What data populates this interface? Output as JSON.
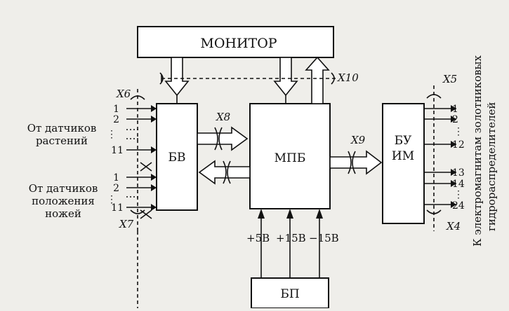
{
  "blocks": {
    "monitor": "МОНИТОР",
    "bv": "БВ",
    "mpb": "МПБ",
    "bu_line1": "БУ",
    "bu_line2": "ИМ",
    "bp": "БП"
  },
  "inputs": {
    "plant_sensors_line1": "От датчиков",
    "plant_sensors_line2": "растений",
    "knife_sensors_line1": "От датчиков",
    "knife_sensors_line2": "положения",
    "knife_sensors_line3": "ножей"
  },
  "output_label_line1": "К электромагнитам золотниковых",
  "output_label_line2": "гидрораспределителей",
  "bus_labels": {
    "x4": "X4",
    "x5": "X5",
    "x6": "X6",
    "x7": "X7",
    "x8": "X8",
    "x9": "X9",
    "x10": "X10"
  },
  "voltages": {
    "v1": "+5В",
    "v2": "+15В",
    "v3": "−15В"
  },
  "pins_left_top": [
    "1",
    "2",
    "11"
  ],
  "pins_left_bottom": [
    "1",
    "2",
    "11"
  ],
  "pins_right_top": [
    "1",
    "2",
    "12"
  ],
  "pins_right_bottom": [
    "13",
    "14",
    "24"
  ],
  "ellipsis": "⋮"
}
